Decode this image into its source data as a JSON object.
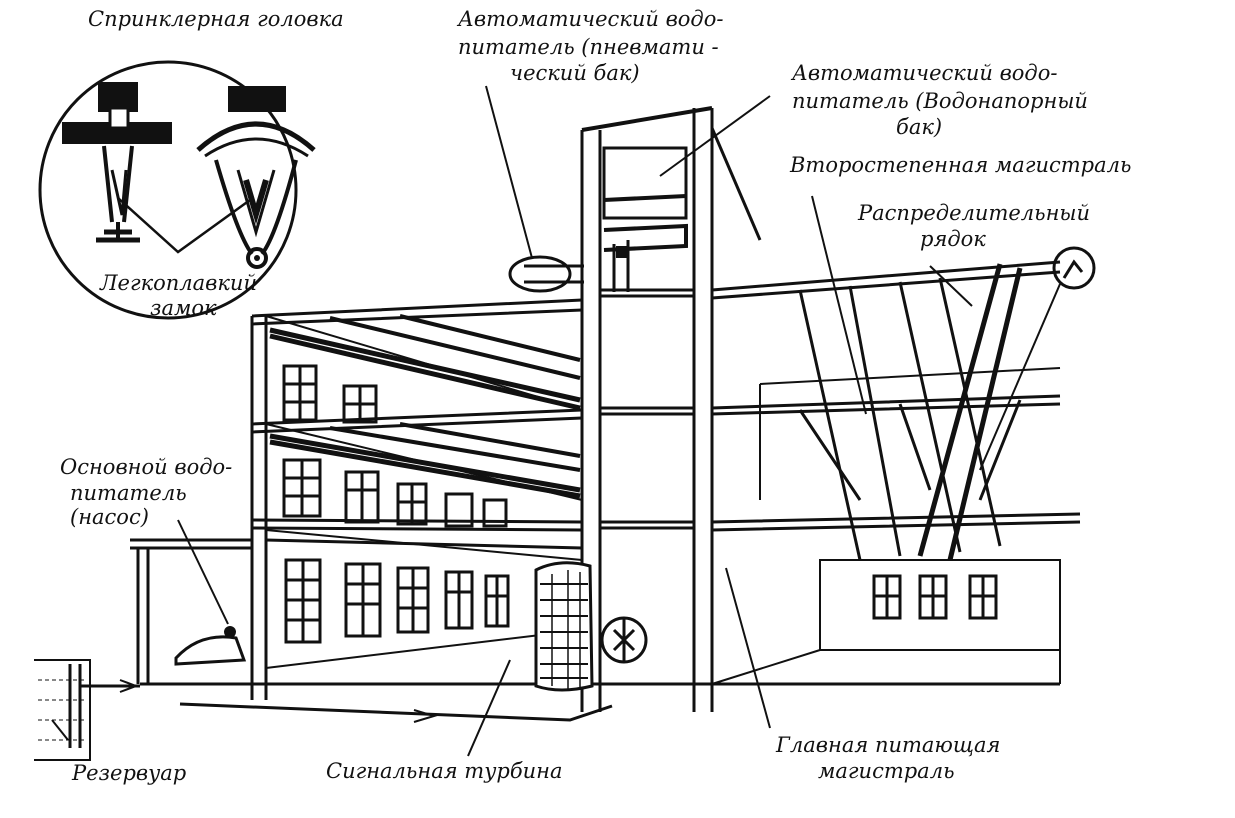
{
  "labels": {
    "sprinkler_head": "Спринклерная головка",
    "fusible_lock_1": "Легкоплавкий",
    "fusible_lock_2": "замок",
    "pneumatic_1": "Автоматический водо-",
    "pneumatic_2": "питатель (пневмати -",
    "pneumatic_3": "ческий бак)",
    "tower_1": "Автоматический водо-",
    "tower_2": "питатель (Водонапорный",
    "tower_3": "бак)",
    "secondary_main": "Второстепенная магистраль",
    "distribution_1": "Распределительный",
    "distribution_2": "рядок",
    "pump_1": "Основной водо-",
    "pump_2": "питатель",
    "pump_3": "(насос)",
    "reservoir": "Резервуар",
    "signal_turbine": "Сигнальная турбина",
    "main_feed_1": "Главная питающая",
    "main_feed_2": "магистраль"
  }
}
